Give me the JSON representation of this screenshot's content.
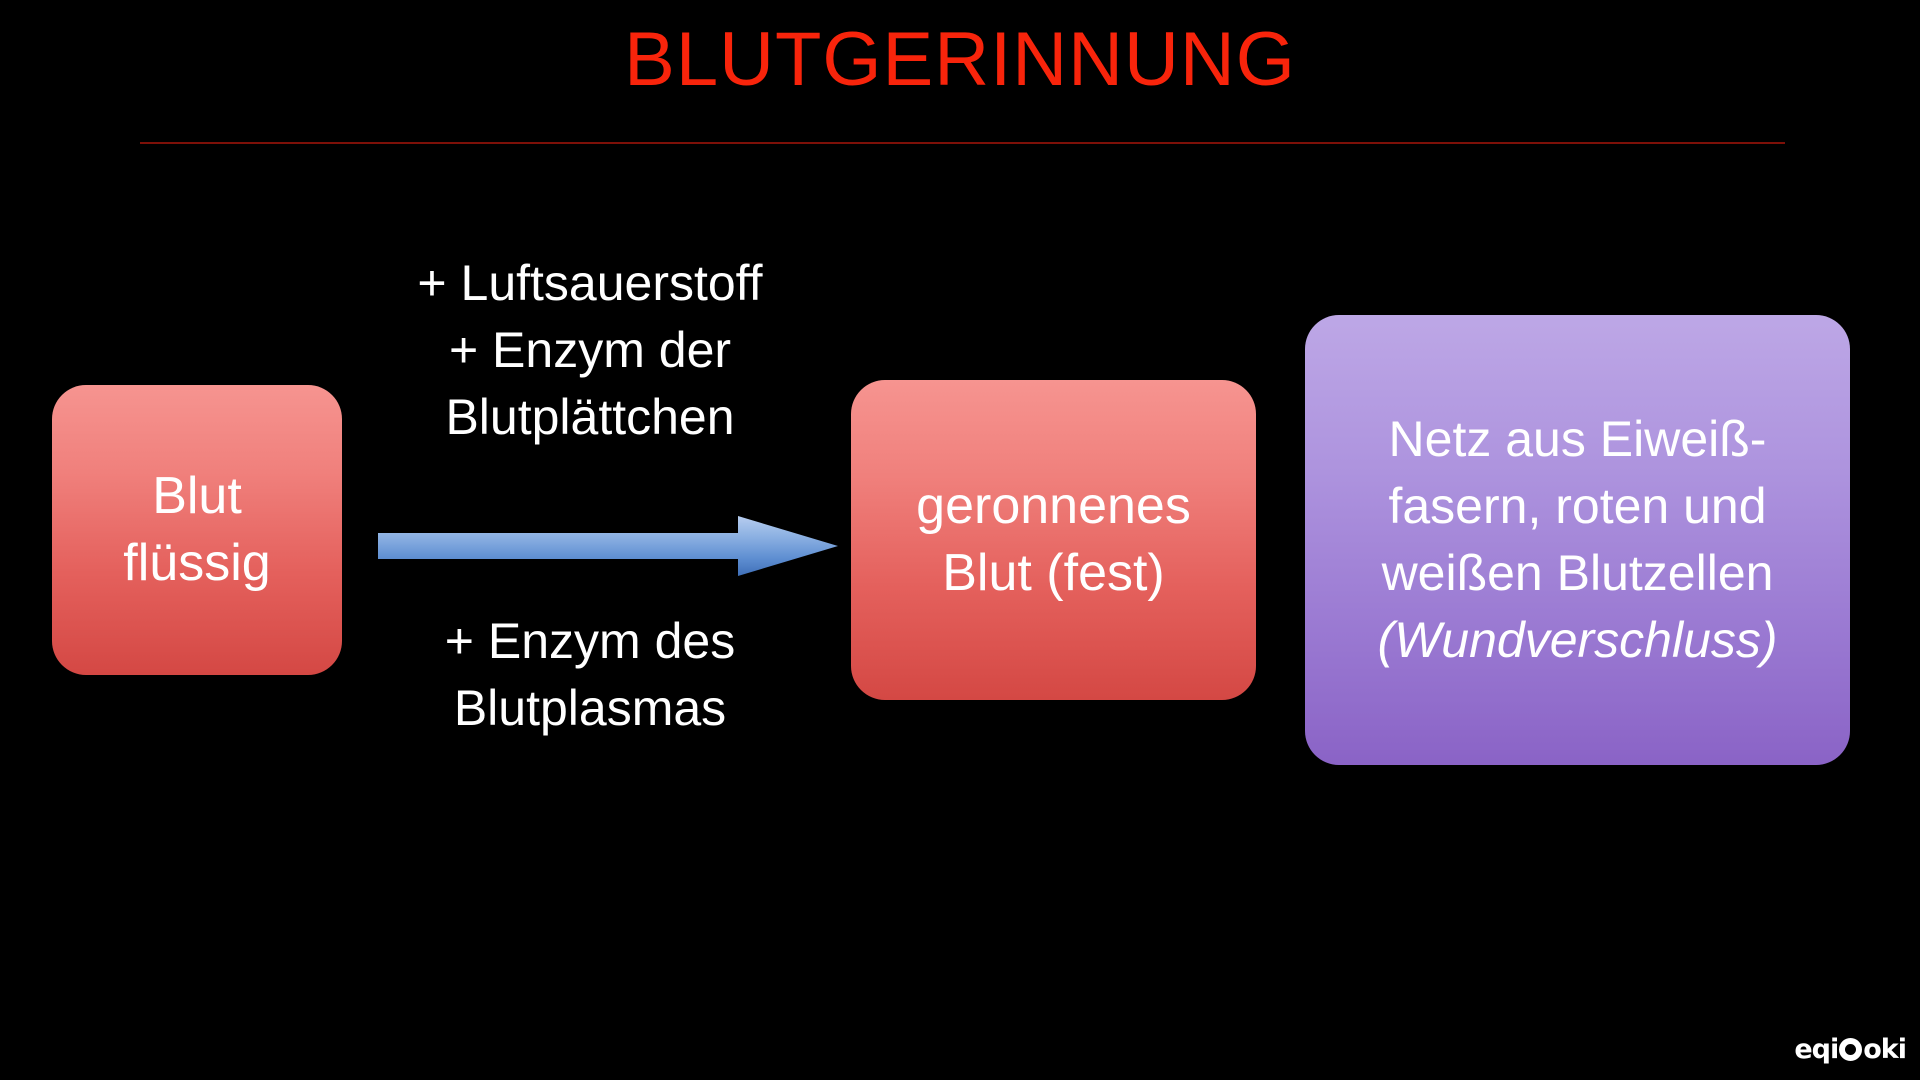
{
  "slide": {
    "background_color": "#000000",
    "title": "BLUTGERINNUNG",
    "title_color": "#f8240b",
    "rule_color": "#7d1008"
  },
  "boxes": {
    "blood_liquid": {
      "name": "Blut flüssig",
      "lines": [
        "Blut",
        "flüssig"
      ],
      "gradient_top": "#f69490",
      "gradient_bottom": "#d44844"
    },
    "clotted_blood": {
      "name": "geronnenes Blut",
      "lines": [
        "geronnenes",
        "Blut (fest)"
      ],
      "gradient_top": "#f69490",
      "gradient_bottom": "#d44844"
    },
    "fibrin_net": {
      "name": "Netz aus Eiweißfasern",
      "lines": [
        "Netz aus Eiweiß-",
        "fasern, roten und",
        "weißen Blutzellen"
      ],
      "italic_line": "(Wundverschluss)",
      "gradient_top": "#bda7e6",
      "gradient_bottom": "#8a63c6"
    }
  },
  "reaction": {
    "above_arrow": [
      "+ Luftsauerstoff",
      "+ Enzym der",
      "Blutplättchen"
    ],
    "below_arrow": [
      "+ Enzym des",
      "Blutplasmas"
    ],
    "arrow": {
      "direction": "right",
      "color_top": "#a8c3ea",
      "color_bottom": "#4a7ec4"
    }
  },
  "logo": {
    "text_before": "eqi",
    "text_after": "oki",
    "full": "eqiOoki",
    "color": "#ffffff"
  }
}
